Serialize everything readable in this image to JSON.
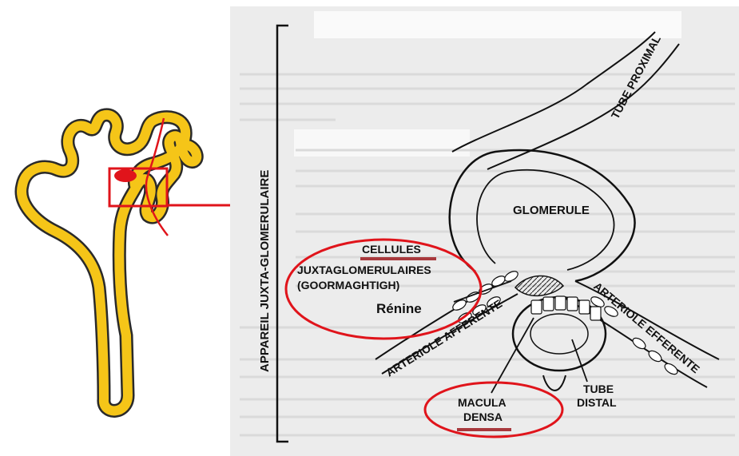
{
  "colors": {
    "nephron": "#f5c518",
    "nephron_outline": "#2a2a2a",
    "highlight": "#e0141b",
    "underline": "#a8383c",
    "scan_background": "#ececec"
  },
  "labels": {
    "appareil": "APPAREIL JUXTA-GLOMERULAIRE",
    "tube_proximal": "TUBE PROXIMAL",
    "glomerule": "GLOMERULE",
    "cellules_line1": "CELLULES",
    "cellules_line2": "JUXTAGLOMERULAIRES",
    "cellules_line3": "(GOORMAGHTIGH)",
    "renine": "Rénine",
    "arteriole_afferente": "ARTERIOLE AFFERENTE",
    "arteriole_efferente": "ARTERIOLE EFFERENTE",
    "tube_distal_line1": "TUBE",
    "tube_distal_line2": "DISTAL",
    "macula_line1": "MACULA",
    "macula_line2": "DENSA"
  }
}
